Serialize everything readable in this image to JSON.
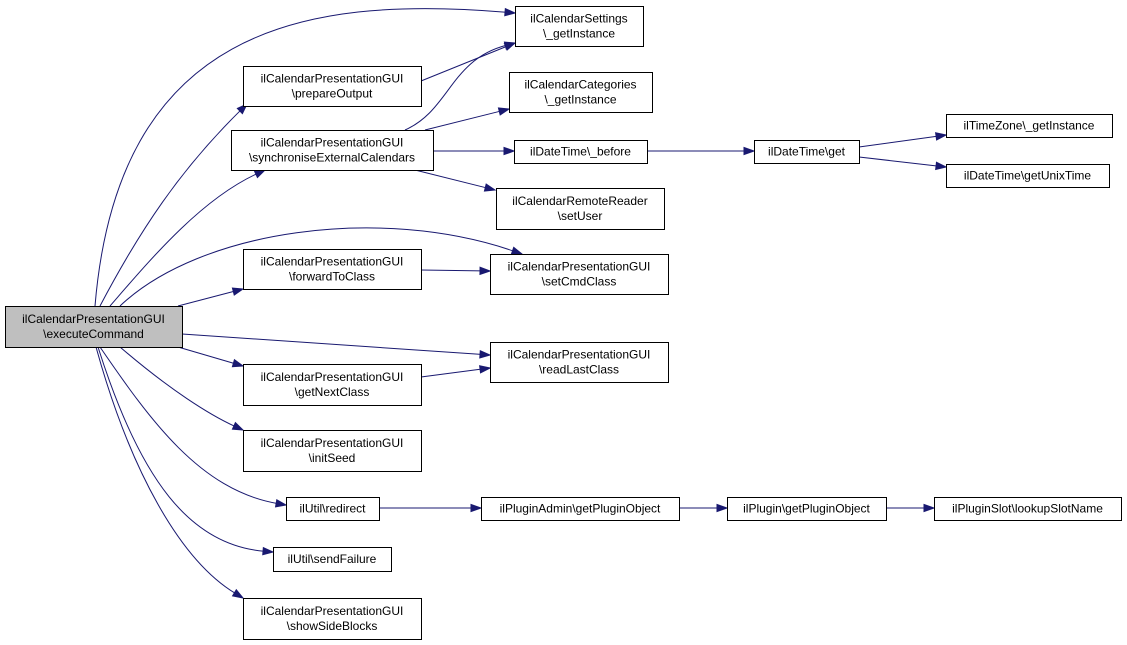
{
  "nodes": {
    "executeCommand": {
      "lines": [
        "ilCalendarPresentationGUI",
        "\\executeCommand"
      ],
      "root": true
    },
    "settingsGetInstance": {
      "lines": [
        "ilCalendarSettings",
        "\\_getInstance"
      ]
    },
    "prepareOutput": {
      "lines": [
        "ilCalendarPresentationGUI",
        "\\prepareOutput"
      ]
    },
    "categoriesGetInstance": {
      "lines": [
        "ilCalendarCategories",
        "\\_getInstance"
      ]
    },
    "synchroniseExternalCalendars": {
      "lines": [
        "ilCalendarPresentationGUI",
        "\\synchroniseExternalCalendars"
      ]
    },
    "dateTimeBefore": {
      "lines": [
        "ilDateTime\\_before"
      ]
    },
    "dateTimeGet": {
      "lines": [
        "ilDateTime\\get"
      ]
    },
    "timeZoneGetInstance": {
      "lines": [
        "ilTimeZone\\_getInstance"
      ]
    },
    "dateTimeGetUnixTime": {
      "lines": [
        "ilDateTime\\getUnixTime"
      ]
    },
    "remoteReaderSetUser": {
      "lines": [
        "ilCalendarRemoteReader",
        "\\setUser"
      ]
    },
    "forwardToClass": {
      "lines": [
        "ilCalendarPresentationGUI",
        "\\forwardToClass"
      ]
    },
    "setCmdClass": {
      "lines": [
        "ilCalendarPresentationGUI",
        "\\setCmdClass"
      ]
    },
    "readLastClass": {
      "lines": [
        "ilCalendarPresentationGUI",
        "\\readLastClass"
      ]
    },
    "getNextClass": {
      "lines": [
        "ilCalendarPresentationGUI",
        "\\getNextClass"
      ]
    },
    "initSeed": {
      "lines": [
        "ilCalendarPresentationGUI",
        "\\initSeed"
      ]
    },
    "utilRedirect": {
      "lines": [
        "ilUtil\\redirect"
      ]
    },
    "pluginAdminGetPluginObject": {
      "lines": [
        "ilPluginAdmin\\getPluginObject"
      ]
    },
    "pluginGetPluginObject": {
      "lines": [
        "ilPlugin\\getPluginObject"
      ]
    },
    "pluginSlotLookupSlotName": {
      "lines": [
        "ilPluginSlot\\lookupSlotName"
      ]
    },
    "utilSendFailure": {
      "lines": [
        "ilUtil\\sendFailure"
      ]
    },
    "showSideBlocks": {
      "lines": [
        "ilCalendarPresentationGUI",
        "\\showSideBlocks"
      ]
    }
  },
  "edges": [
    {
      "from": "executeCommand",
      "to": "settingsGetInstance"
    },
    {
      "from": "executeCommand",
      "to": "prepareOutput"
    },
    {
      "from": "executeCommand",
      "to": "synchroniseExternalCalendars"
    },
    {
      "from": "executeCommand",
      "to": "setCmdClass"
    },
    {
      "from": "executeCommand",
      "to": "forwardToClass"
    },
    {
      "from": "executeCommand",
      "to": "readLastClass"
    },
    {
      "from": "executeCommand",
      "to": "getNextClass"
    },
    {
      "from": "executeCommand",
      "to": "initSeed"
    },
    {
      "from": "executeCommand",
      "to": "utilRedirect"
    },
    {
      "from": "executeCommand",
      "to": "utilSendFailure"
    },
    {
      "from": "executeCommand",
      "to": "showSideBlocks"
    },
    {
      "from": "prepareOutput",
      "to": "settingsGetInstance"
    },
    {
      "from": "synchroniseExternalCalendars",
      "to": "settingsGetInstance"
    },
    {
      "from": "synchroniseExternalCalendars",
      "to": "categoriesGetInstance"
    },
    {
      "from": "synchroniseExternalCalendars",
      "to": "dateTimeBefore"
    },
    {
      "from": "synchroniseExternalCalendars",
      "to": "remoteReaderSetUser"
    },
    {
      "from": "dateTimeBefore",
      "to": "dateTimeGet"
    },
    {
      "from": "dateTimeGet",
      "to": "timeZoneGetInstance"
    },
    {
      "from": "dateTimeGet",
      "to": "dateTimeGetUnixTime"
    },
    {
      "from": "forwardToClass",
      "to": "setCmdClass"
    },
    {
      "from": "getNextClass",
      "to": "readLastClass"
    },
    {
      "from": "utilRedirect",
      "to": "pluginAdminGetPluginObject"
    },
    {
      "from": "pluginAdminGetPluginObject",
      "to": "pluginGetPluginObject"
    },
    {
      "from": "pluginGetPluginObject",
      "to": "pluginSlotLookupSlotName"
    }
  ]
}
